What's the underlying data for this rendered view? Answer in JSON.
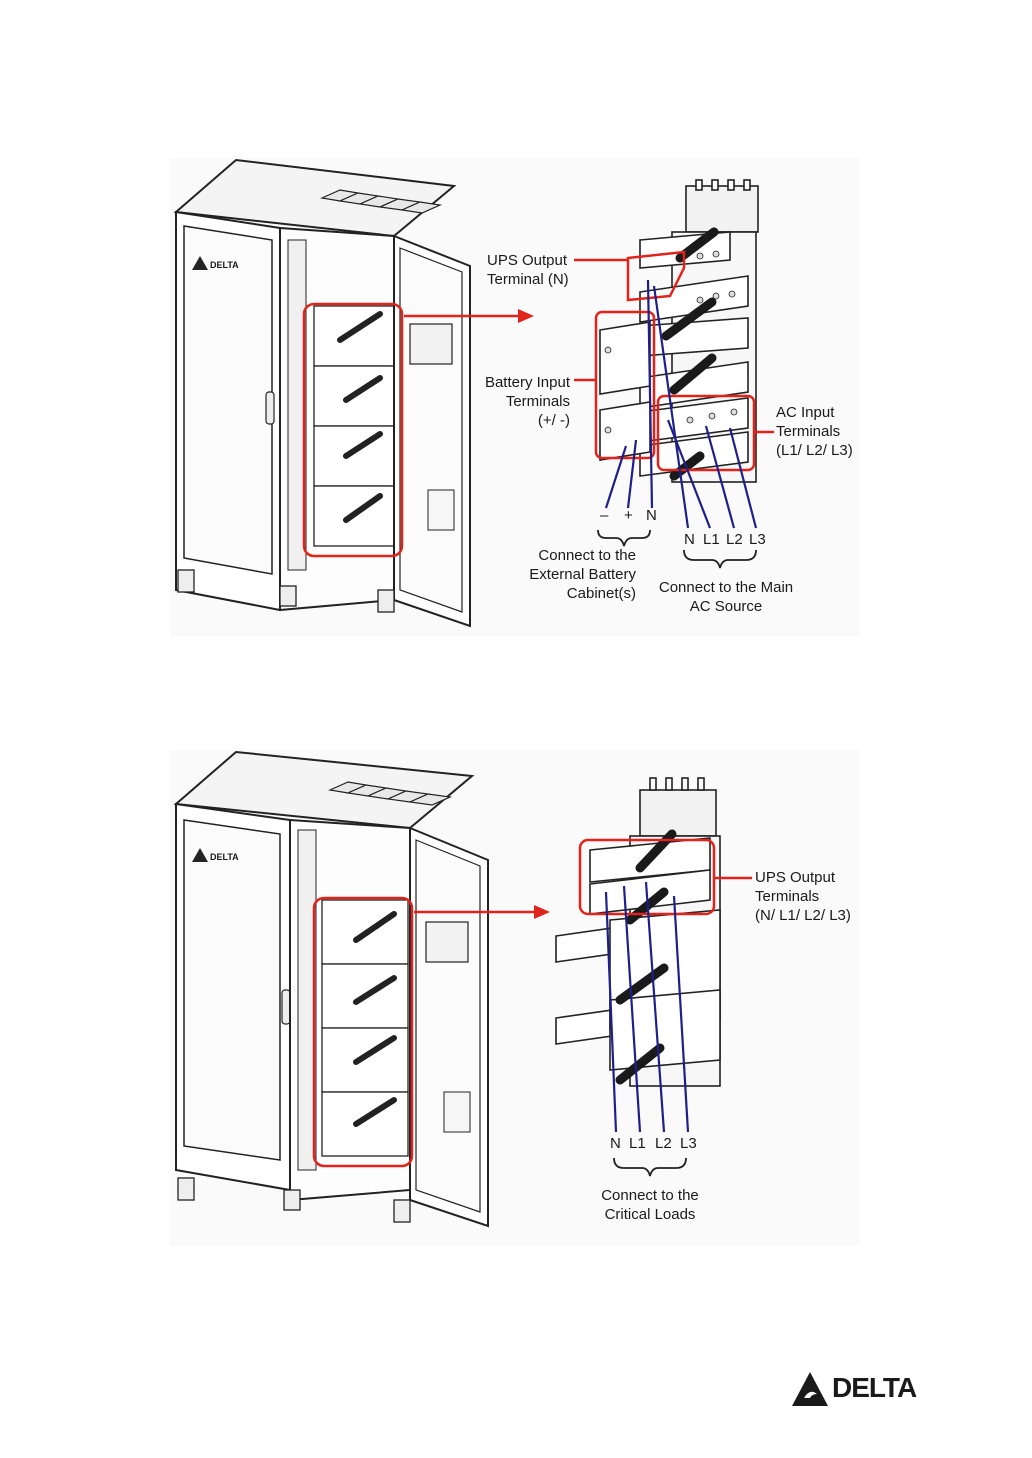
{
  "figure1": {
    "callouts": {
      "ups_output": [
        "UPS Output",
        "Terminal (N)"
      ],
      "battery_input": [
        "Battery Input",
        "Terminals",
        "(+/ -)"
      ],
      "ac_input": [
        "AC Input",
        "Terminals",
        "(L1/ L2/ L3)"
      ]
    },
    "battery_terminals": [
      "–",
      "+",
      "N"
    ],
    "ac_terminals": [
      "N",
      "L1",
      "L2",
      "L3"
    ],
    "battery_caption": [
      "Connect to the",
      "External Battery",
      "Cabinet(s)"
    ],
    "ac_caption": [
      "Connect to the Main",
      "AC Source"
    ],
    "cabinet_logo": "DELTA"
  },
  "figure2": {
    "callouts": {
      "ups_output": [
        "UPS Output",
        "Terminals",
        "(N/ L1/ L2/ L3)"
      ]
    },
    "output_terminals": [
      "N",
      "L1",
      "L2",
      "L3"
    ],
    "output_caption": [
      "Connect to the",
      "Critical Loads"
    ],
    "cabinet_logo": "DELTA"
  },
  "page_logo": "DELTA",
  "colors": {
    "callout_red": "#e0241b",
    "wire_blue": "#1f1f8a",
    "line_dark": "#222222"
  }
}
